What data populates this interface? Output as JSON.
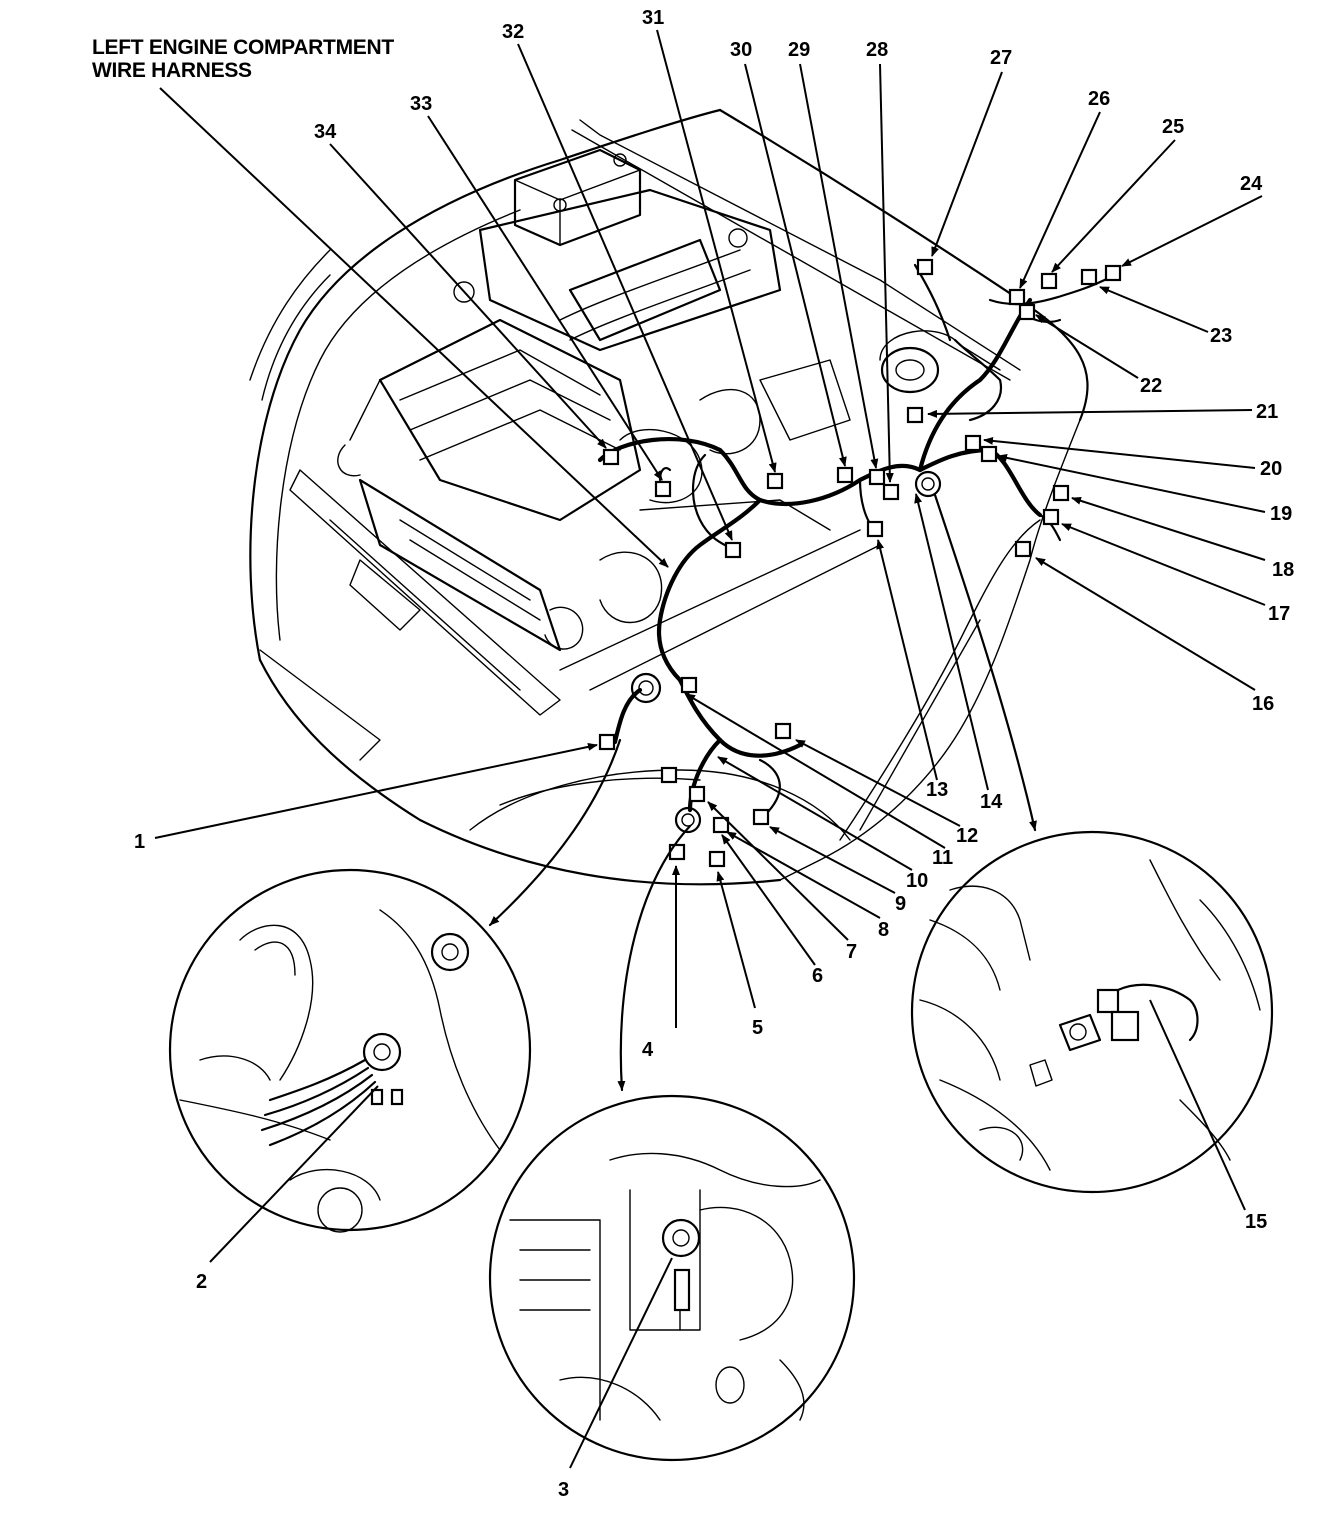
{
  "diagram": {
    "title_lines": [
      "LEFT ENGINE COMPARTMENT",
      "WIRE HARNESS"
    ],
    "callouts": [
      "1",
      "2",
      "3",
      "4",
      "5",
      "6",
      "7",
      "8",
      "9",
      "10",
      "11",
      "12",
      "13",
      "14",
      "15",
      "16",
      "17",
      "18",
      "19",
      "20",
      "21",
      "22",
      "23",
      "24",
      "25",
      "26",
      "27",
      "28",
      "29",
      "30",
      "31",
      "32",
      "33",
      "34"
    ]
  }
}
